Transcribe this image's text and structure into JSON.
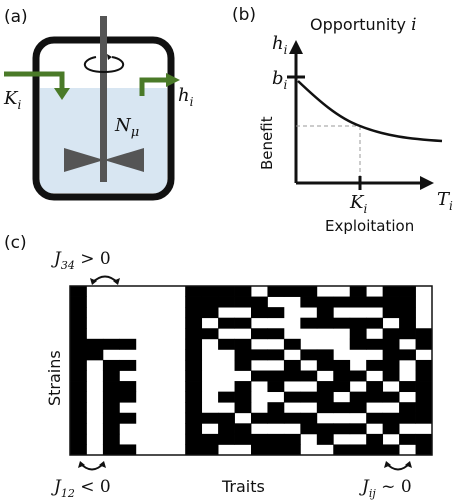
{
  "panel_a": {
    "tag": "(a)",
    "inflow_label": "K",
    "inflow_sub": "i",
    "outflow_label": "h",
    "outflow_sub": "i",
    "population_label": "N",
    "population_sub": "μ",
    "colors": {
      "liquid": "#d8e6f2",
      "arrow": "#4a7a28",
      "vessel": "#111111",
      "impeller": "#555555"
    }
  },
  "panel_b": {
    "tag": "(b)",
    "title": "Opportunity ",
    "title_var": "i",
    "ylabel": "Benefit",
    "xlabel": "Exploitation",
    "y_tick_top": "h",
    "y_tick_top_sub": "i",
    "y_tick_mid": "b",
    "y_tick_mid_sub": "i",
    "x_tick": "K",
    "x_tick_sub": "i",
    "x_axis_var": "T",
    "x_axis_var_sub": "i"
  },
  "panel_c": {
    "tag": "(c)",
    "ylabel": "Strains",
    "xlabel": "Traits",
    "ann_top": "J",
    "ann_top_sub": "34",
    "ann_top_rel": " > 0",
    "ann_bl": "J",
    "ann_bl_sub": "12",
    "ann_bl_rel": " < 0",
    "ann_br": "J",
    "ann_br_sub": "ij",
    "ann_br_rel": " ~ 0",
    "matrix": [
      "1000000111101110010110",
      "1000000111110011111110",
      "1000000110011001000110",
      "1000000101100011111010",
      "1000000110011000010111",
      "1111000101100100011101",
      "1100000100111011000110",
      "1011000100100101101101",
      "1010000100011110110101",
      "1011000100101001101011",
      "1011000101100111011101",
      "1010000100101001110011",
      "1011000111011110001111",
      "1010000101100011110100",
      "1010000111111101001011",
      "1011000110011100111101"
    ]
  }
}
